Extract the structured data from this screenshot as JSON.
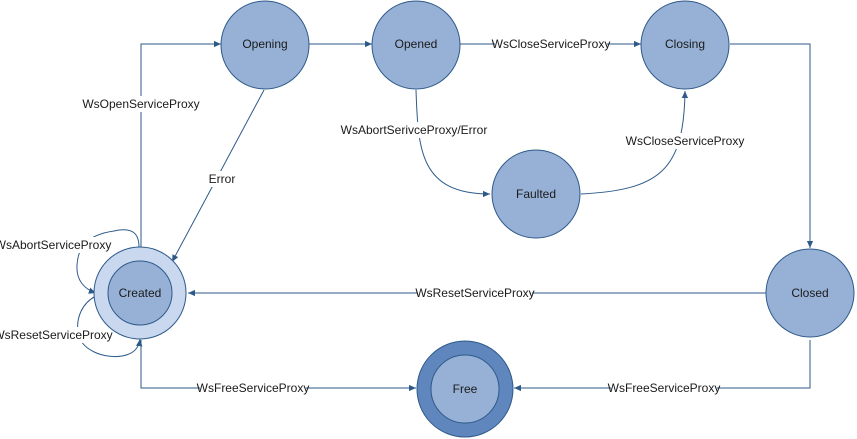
{
  "colors": {
    "state_fill": "#97b1d6",
    "state_stroke": "#2e5a8a",
    "created_outer": "#c9d8ee",
    "free_outer": "#5f86bd",
    "edge": "#2e5a8a"
  },
  "states": {
    "opening": "Opening",
    "opened": "Opened",
    "closing": "Closing",
    "faulted": "Faulted",
    "created": "Created",
    "closed": "Closed",
    "free": "Free"
  },
  "transitions": {
    "ws_open_service_proxy": "WsOpenServiceProxy",
    "error": "Error",
    "ws_abort_service_proxy_error": "WsAbortSerivceProxy/Error",
    "ws_close_service_proxy_top": "WsCloseServiceProxy",
    "ws_close_service_proxy_faulted": "WsCloseServiceProxy",
    "ws_abort_service_proxy": "WsAbortServiceProxy",
    "ws_reset_service_proxy_self": "WsResetServiceProxy",
    "ws_reset_service_proxy": "WsResetServiceProxy",
    "ws_free_service_proxy_created": "WsFreeServiceProxy",
    "ws_free_service_proxy_closed": "WsFreeServiceProxy"
  }
}
